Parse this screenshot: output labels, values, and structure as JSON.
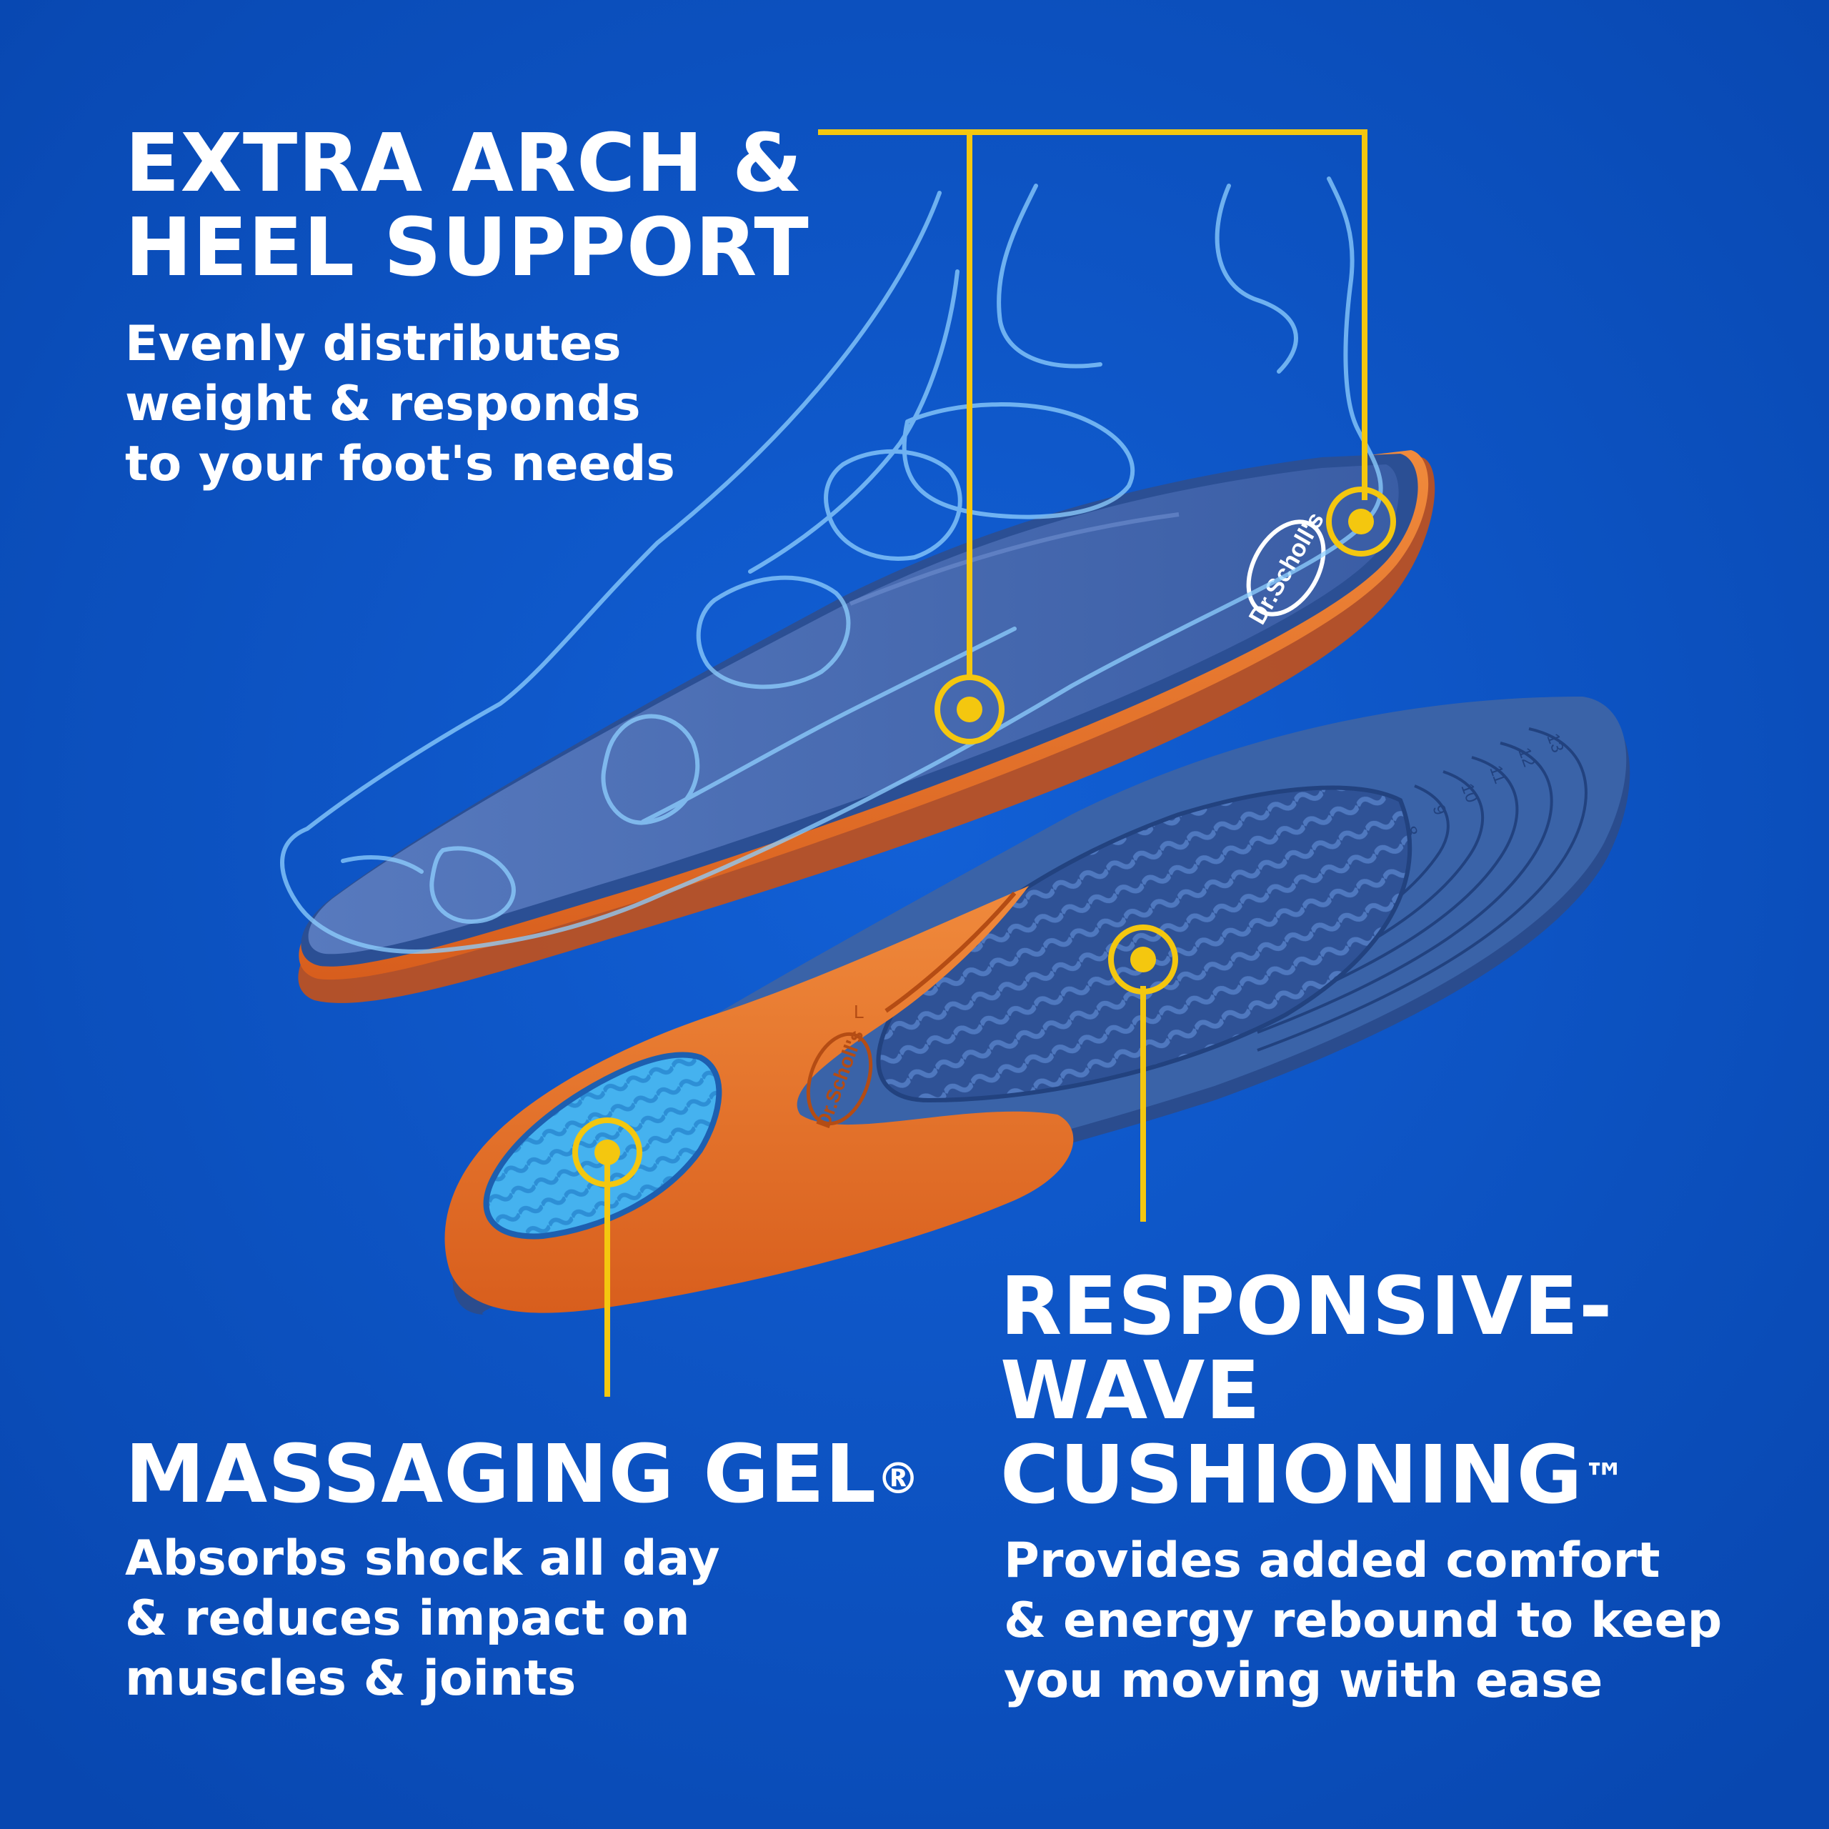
{
  "colors": {
    "background": "#0a4fc0",
    "callout": "#f4c70f",
    "insole_blue": "#3a63a8",
    "insole_orange": "#e8702a",
    "gel_blue": "#3fa6e8",
    "outline": "#8fd0ff"
  },
  "callouts": {
    "arch": {
      "title": "EXTRA ARCH &\nHEEL SUPPORT",
      "body": "Evenly distributes\nweight & responds\nto your foot's needs"
    },
    "gel": {
      "title": "MASSAGING GEL",
      "mark": "®",
      "body": "Absorbs shock all day\n& reduces impact on\nmuscles & joints"
    },
    "wave": {
      "title": "RESPONSIVE-\nWAVE\nCUSHIONING",
      "mark": "™",
      "body": "Provides added comfort\n& energy rebound to keep\nyou moving with ease"
    }
  },
  "insole": {
    "brand_logo": "Dr.Scholl's",
    "size_marks": [
      "8",
      "9",
      "10",
      "11",
      "12",
      "13"
    ],
    "side_mark": "L"
  }
}
